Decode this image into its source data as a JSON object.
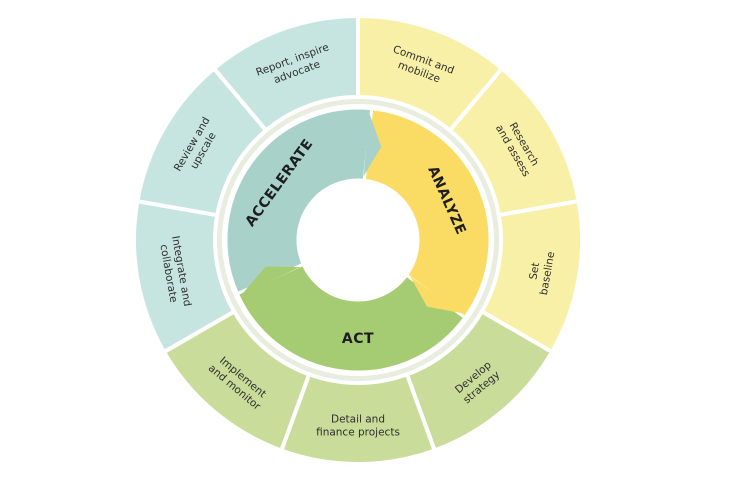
{
  "colors": {
    "outer_ring_bg": "#e8eddf",
    "teal_outer": "#c6e5e0",
    "yellow_outer": "#f7f0a6",
    "green_outer": "#c9dc9a",
    "teal_phase": "#a8d2c9",
    "yellow_phase": "#fadb63",
    "green_phase": "#a6cc73",
    "separator": "#ffffff",
    "text": "#2f2f2f"
  },
  "phases": [
    {
      "id": "accelerate",
      "label": "ACCELERATE",
      "color": "teal_phase"
    },
    {
      "id": "analyze",
      "label": "ANALYZE",
      "color": "yellow_phase"
    },
    {
      "id": "act",
      "label": "ACT",
      "color": "green_phase"
    }
  ],
  "steps": [
    {
      "id": "commit",
      "lines": [
        "Commit and",
        "mobilize"
      ],
      "color": "yellow_outer"
    },
    {
      "id": "research",
      "lines": [
        "Research",
        "and assess"
      ],
      "color": "yellow_outer"
    },
    {
      "id": "baseline",
      "lines": [
        "Set",
        "baseline"
      ],
      "color": "yellow_outer"
    },
    {
      "id": "strategy",
      "lines": [
        "Develop",
        "strategy"
      ],
      "color": "green_outer"
    },
    {
      "id": "finance",
      "lines": [
        "Detail and",
        "finance projects"
      ],
      "color": "green_outer"
    },
    {
      "id": "implement",
      "lines": [
        "Implement",
        "and monitor"
      ],
      "color": "green_outer"
    },
    {
      "id": "integrate",
      "lines": [
        "Integrate and",
        "collaborate"
      ],
      "color": "teal_outer"
    },
    {
      "id": "review",
      "lines": [
        "Review and",
        "upscale"
      ],
      "color": "teal_outer"
    },
    {
      "id": "report",
      "lines": [
        "Report, inspire",
        "advocate"
      ],
      "color": "teal_outer"
    }
  ]
}
